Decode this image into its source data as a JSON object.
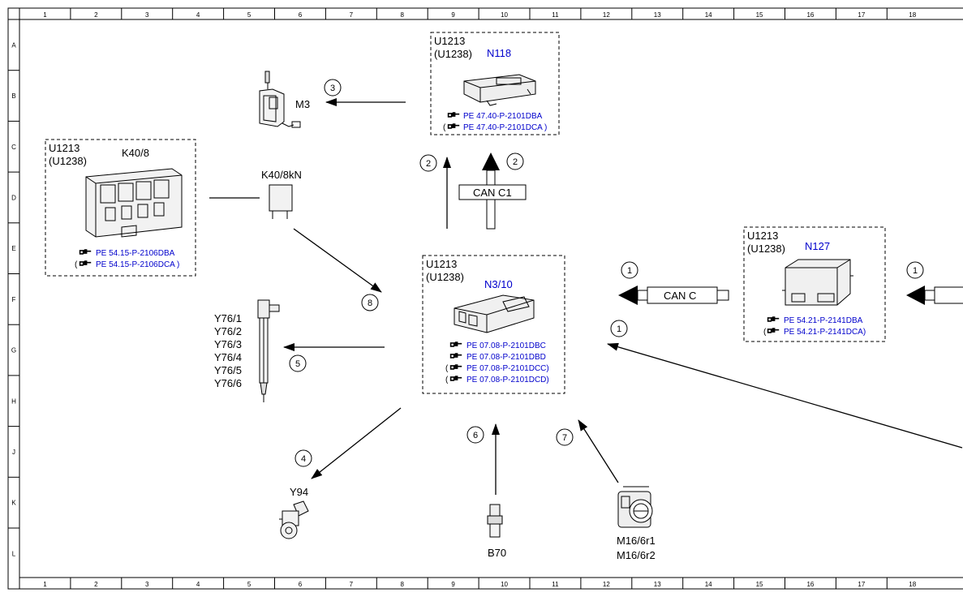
{
  "ruler": {
    "columns": [
      "1",
      "2",
      "3",
      "4",
      "5",
      "6",
      "7",
      "8",
      "9",
      "10",
      "11",
      "12",
      "13",
      "14",
      "15",
      "16",
      "17",
      "18"
    ],
    "rows": [
      "A",
      "B",
      "C",
      "D",
      "E",
      "F",
      "G",
      "H",
      "J",
      "K",
      "L"
    ]
  },
  "colors": {
    "line": "#000000",
    "link": "#0000cc",
    "background": "#ffffff"
  },
  "components": {
    "n118": {
      "code_a": "U1213",
      "code_b": "(U1238)",
      "name": "N118",
      "refs": [
        "PE 47.40-P-2101DBA",
        "PE 47.40-P-2101DCA )"
      ],
      "ref_prefix": [
        "",
        "("
      ]
    },
    "k40": {
      "code_a": "U1213",
      "code_b": "(U1238)",
      "name": "K40/8",
      "refs": [
        "PE 54.15-P-2106DBA",
        "PE 54.15-P-2106DCA )"
      ],
      "ref_prefix": [
        "",
        "("
      ]
    },
    "n3": {
      "code_a": "U1213",
      "code_b": "(U1238)",
      "name": "N3/10",
      "refs": [
        "PE 07.08-P-2101DBC",
        "PE 07.08-P-2101DBD",
        "PE 07.08-P-2101DCC)",
        "PE 07.08-P-2101DCD)"
      ],
      "ref_prefix": [
        "",
        "",
        "(",
        "("
      ]
    },
    "n127": {
      "code_a": "U1213",
      "code_b": "(U1238)",
      "name": "N127",
      "refs": [
        "PE 54.21-P-2141DBA",
        "PE 54.21-P-2141DCA)"
      ],
      "ref_prefix": [
        "",
        "("
      ]
    },
    "m3": {
      "label": "M3"
    },
    "k40kn": {
      "label": "K40/8kN"
    },
    "y76": {
      "labels": [
        "Y76/1",
        "Y76/2",
        "Y76/3",
        "Y76/4",
        "Y76/5",
        "Y76/6"
      ]
    },
    "y94": {
      "label": "Y94"
    },
    "b70": {
      "label": "B70"
    },
    "m16": {
      "labels": [
        "M16/6r1",
        "M16/6r2"
      ]
    }
  },
  "buses": {
    "can_c1": "CAN C1",
    "can_c": "CAN C"
  },
  "callouts": {
    "c3": "3",
    "c2a": "2",
    "c2b": "2",
    "c8": "8",
    "c5": "5",
    "c4": "4",
    "c6": "6",
    "c7": "7",
    "c1a": "1",
    "c1b": "1",
    "c1c": "1"
  }
}
